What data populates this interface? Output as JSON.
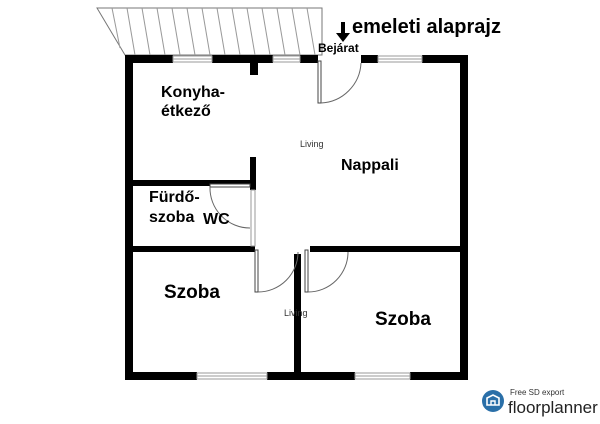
{
  "title": "emeleti alaprajz",
  "entrance_label": "Bejárat",
  "rooms": {
    "kitchen_line1": "Konyha-",
    "kitchen_line2": "étkező",
    "living_type": "Living",
    "living_name": "Nappali",
    "bath_line1": "Fürdő-",
    "bath_line2": "szoba",
    "wc": "WC",
    "bed_left": "Szoba",
    "hall_type": "Living",
    "bed_right": "Szoba"
  },
  "logo": {
    "tagline": "Free SD export",
    "brand": "floorplanner",
    "icon": "floorplanner-logo-icon"
  },
  "icons": {
    "entrance_arrow": "arrow-down-icon"
  },
  "colors": {
    "wall": "#000000",
    "window": "#9a9a9a",
    "logo_blue": "#2a6fa8"
  }
}
